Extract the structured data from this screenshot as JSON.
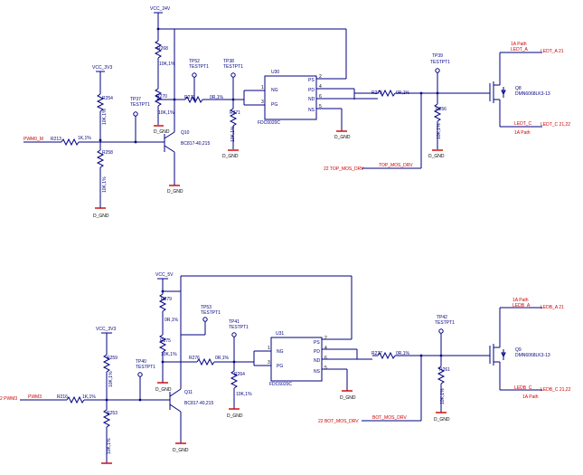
{
  "circuit1": {
    "vcc_24v": "VCC_24V",
    "vcc_3v3": "VCC_3V3",
    "pwm_net": "PWM0_M",
    "r268": "R268",
    "r268_val": "10K,1%",
    "r270": "R270",
    "r270_val": "10K,1%",
    "r254": "R254",
    "r254_val": "10K,1%",
    "r213": "R213",
    "r213_val": "1K,1%",
    "r258": "R258",
    "r258_val": "10K,1%",
    "r272": "R272",
    "r272_val": "0R,1%",
    "r271": "R271",
    "r271_val": "10K,1%",
    "r273": "R273",
    "r273_val": "0R,1%",
    "r256": "R256",
    "r256_val": "10K,1%",
    "tp37": "TP37",
    "tp37_label": "TESTPT1",
    "tp52": "TP52",
    "tp52_label": "TESTPT1",
    "tp38": "TP38",
    "tp38_label": "TESTPT1",
    "tp39": "TP39",
    "tp39_label": "TESTPT1",
    "q10": "Q10",
    "q10_part": "BC817-40,215",
    "u30": "U30",
    "u30_part": "FDC6020C",
    "u30_ng": "NG",
    "u30_pg": "PG",
    "u30_ps": "PS",
    "u30_pd": "PD",
    "u30_nd": "ND",
    "u30_ns": "NS",
    "pin1": "1",
    "pin3": "3",
    "pin2": "2",
    "pin4": "4",
    "pin6": "6",
    "pin5": "5",
    "q8": "Q8",
    "q8_part": "DMN6068LK3-13",
    "ledt_a": "LEDT_A",
    "ledt_a_ref": "LEDT_A  21",
    "ledt_c": "LEDT_C",
    "ledt_c_ref": "LEDT_C  21,22",
    "path_top": "1A Path",
    "path_bot": "1A Path",
    "mos_drv_ref": "22  TOP_MOS_DRV",
    "mos_drv_net": "TOP_MOS_DRV",
    "gnd": "D_GND"
  },
  "circuit2": {
    "vcc_5v": "VCC_5V",
    "vcc_3v3": "VCC_3V3",
    "pwm_net": "PWM3",
    "pwm_ref": "2  PWM3",
    "r279": "R279",
    "r275": "R275",
    "r275_val": "10K,1%",
    "r279_val": "0R,1%",
    "r259": "R259",
    "r259_val": "10K,1%",
    "r216": "R216",
    "r216_val": "1K,1%",
    "r253": "R253",
    "r253_val": "10K,1%",
    "r276": "R276",
    "r276_val": "0R,1%",
    "r264": "R264",
    "r264_val": "10K,1%",
    "r277": "R277",
    "r277_val": "0R,1%",
    "r261": "R261",
    "r261_val": "10K,1%",
    "tp40": "TP40",
    "tp40_label": "TESTPT1",
    "tp53": "TP53",
    "tp53_label": "TESTPT1",
    "tp41": "TP41",
    "tp41_label": "TESTPT1",
    "tp42": "TP42",
    "tp42_label": "TESTPT1",
    "q11": "Q11",
    "q11_part": "BC817-40,215",
    "u31": "U31",
    "u31_part": "FDC6020C",
    "u31_ng": "NG",
    "u31_pg": "PG",
    "u31_ps": "PS",
    "u31_pd": "PD",
    "u31_nd": "ND",
    "u31_ns": "NS",
    "pin1": "1",
    "pin3": "3",
    "pin2": "2",
    "pin4": "4",
    "pin6": "6",
    "pin5": "5",
    "q9": "Q9",
    "q9_part": "DMN6068LK3-13",
    "ledb_a": "LEDB_A",
    "ledb_a_ref": "LEDB_A  21",
    "ledb_c": "LEDB_C",
    "ledb_c_ref": "LEDB_C  21,22",
    "path_top": "1A Path",
    "path_bot": "1A Path",
    "mos_drv_ref": "22  BOT_MOS_DRV",
    "mos_drv_net": "BOT_MOS_DRV",
    "gnd": "D_GND"
  }
}
